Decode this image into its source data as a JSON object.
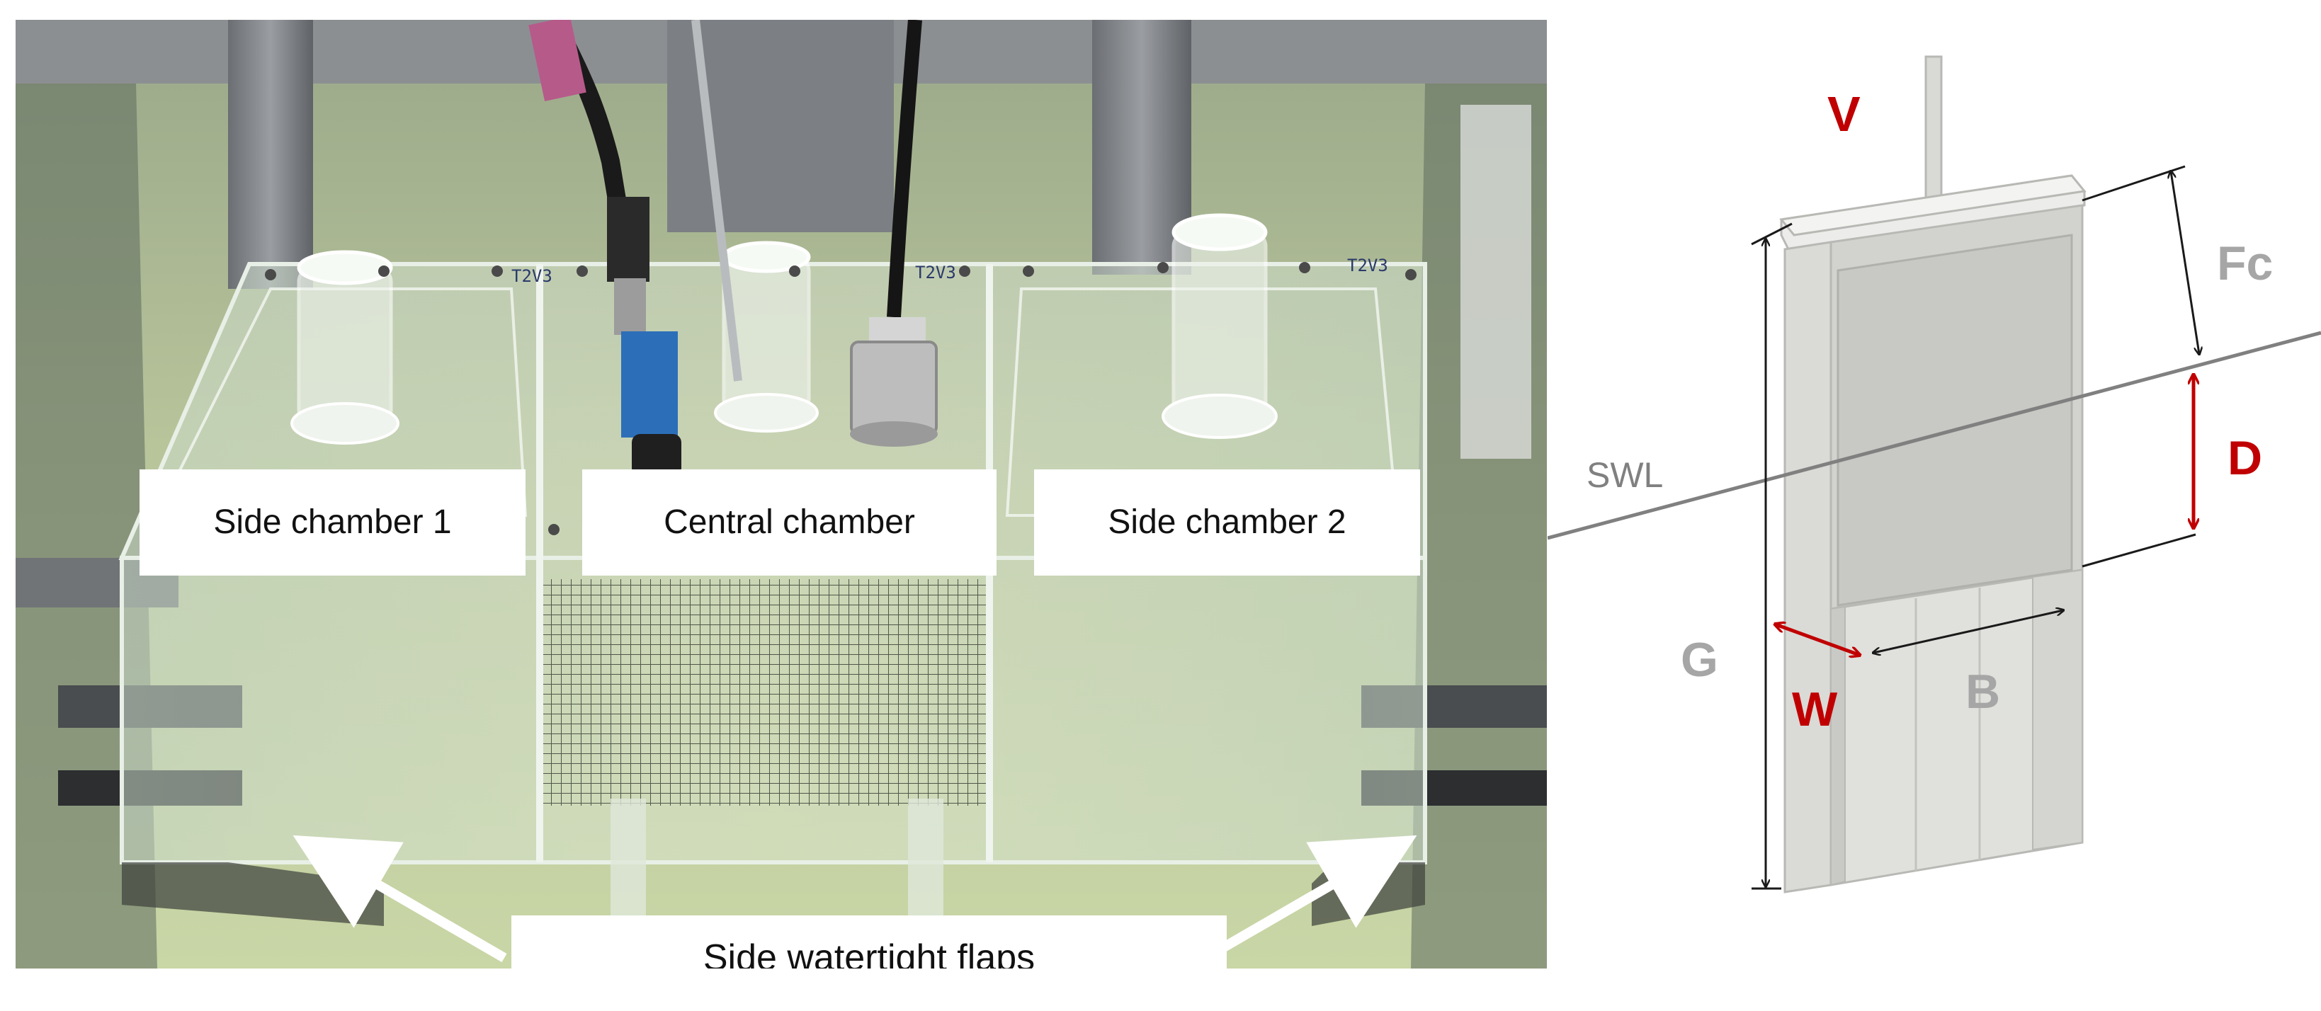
{
  "photo": {
    "labels": {
      "side_chamber_1": "Side chamber 1",
      "central_chamber": "Central chamber",
      "side_chamber_2": "Side chamber 2",
      "side_flaps": "Side watertight flaps"
    },
    "handwritten_tags": [
      "T2V3",
      "T2V3",
      "T2V3"
    ]
  },
  "diagram": {
    "labels": {
      "V": "V",
      "Fc": "Fc",
      "D": "D",
      "SWL": "SWL",
      "G": "G",
      "W": "W",
      "B": "B"
    },
    "colors": {
      "accent_red": "#c00000",
      "gray_label": "#a6a6a6",
      "swl_line": "#808080",
      "dimension_line": "#1a1a1a"
    }
  }
}
